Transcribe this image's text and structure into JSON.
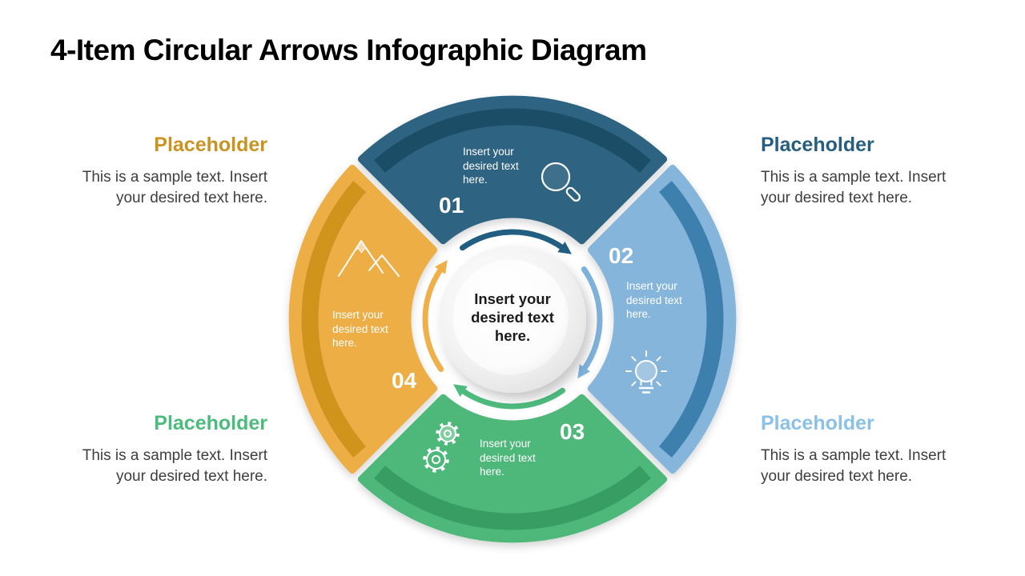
{
  "slide": {
    "title": "4-Item Circular Arrows Infographic Diagram"
  },
  "callouts": [
    {
      "position": "top-left",
      "heading": "Placeholder",
      "heading_color": "#C8941F",
      "body": "This is a sample text. Insert\nyour desired text here."
    },
    {
      "position": "top-right",
      "heading": "Placeholder",
      "heading_color": "#255E7E",
      "body": "This is a sample text. Insert\nyour desired text here."
    },
    {
      "position": "bottom-left",
      "heading": "Placeholder",
      "heading_color": "#4CBC7C",
      "body": "This is a sample text. Insert\nyour desired text here."
    },
    {
      "position": "bottom-right",
      "heading": "Placeholder",
      "heading_color": "#8AC1E6",
      "body": "This is a sample text. Insert\nyour desired text here."
    }
  ],
  "diagram": {
    "center_text": "Insert your\ndesired text\nhere.",
    "segments": [
      {
        "number": "01",
        "text": "Insert your\ndesired text\nhere.",
        "icon": "magnifier-icon",
        "color": "#2D6482",
        "band_color": "#1E4D66",
        "arrow_color": "#215E81"
      },
      {
        "number": "02",
        "text": "Insert your\ndesired text\nhere.",
        "icon": "lightbulb-icon",
        "color": "#85B5DA",
        "band_color": "#3E80AD",
        "arrow_color": "#7FB2DB"
      },
      {
        "number": "03",
        "text": "Insert your\ndesired text\nhere.",
        "icon": "gears-icon",
        "color": "#4DB87A",
        "band_color": "#379D63",
        "arrow_color": "#4EBC7E"
      },
      {
        "number": "04",
        "text": "Insert your\ndesired text\nhere.",
        "icon": "mountains-icon",
        "color": "#ECAE44",
        "band_color": "#D0931F",
        "arrow_color": "#EFAF49"
      }
    ]
  }
}
